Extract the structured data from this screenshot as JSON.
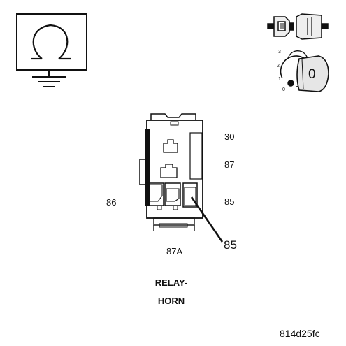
{
  "terminals": {
    "t30": "30",
    "t87": "87",
    "t85": "85",
    "t86": "86",
    "t87a": "87A"
  },
  "callout": "85",
  "title_line1": "RELAY-",
  "title_line2": "HORN",
  "figure_code": "814d25fc",
  "ignition": {
    "positions": [
      "3",
      "2",
      "1",
      "0"
    ],
    "key_label": "0"
  },
  "colors": {
    "ink": "#111111",
    "paper": "#ffffff",
    "key_fill": "#e6e6e6"
  }
}
